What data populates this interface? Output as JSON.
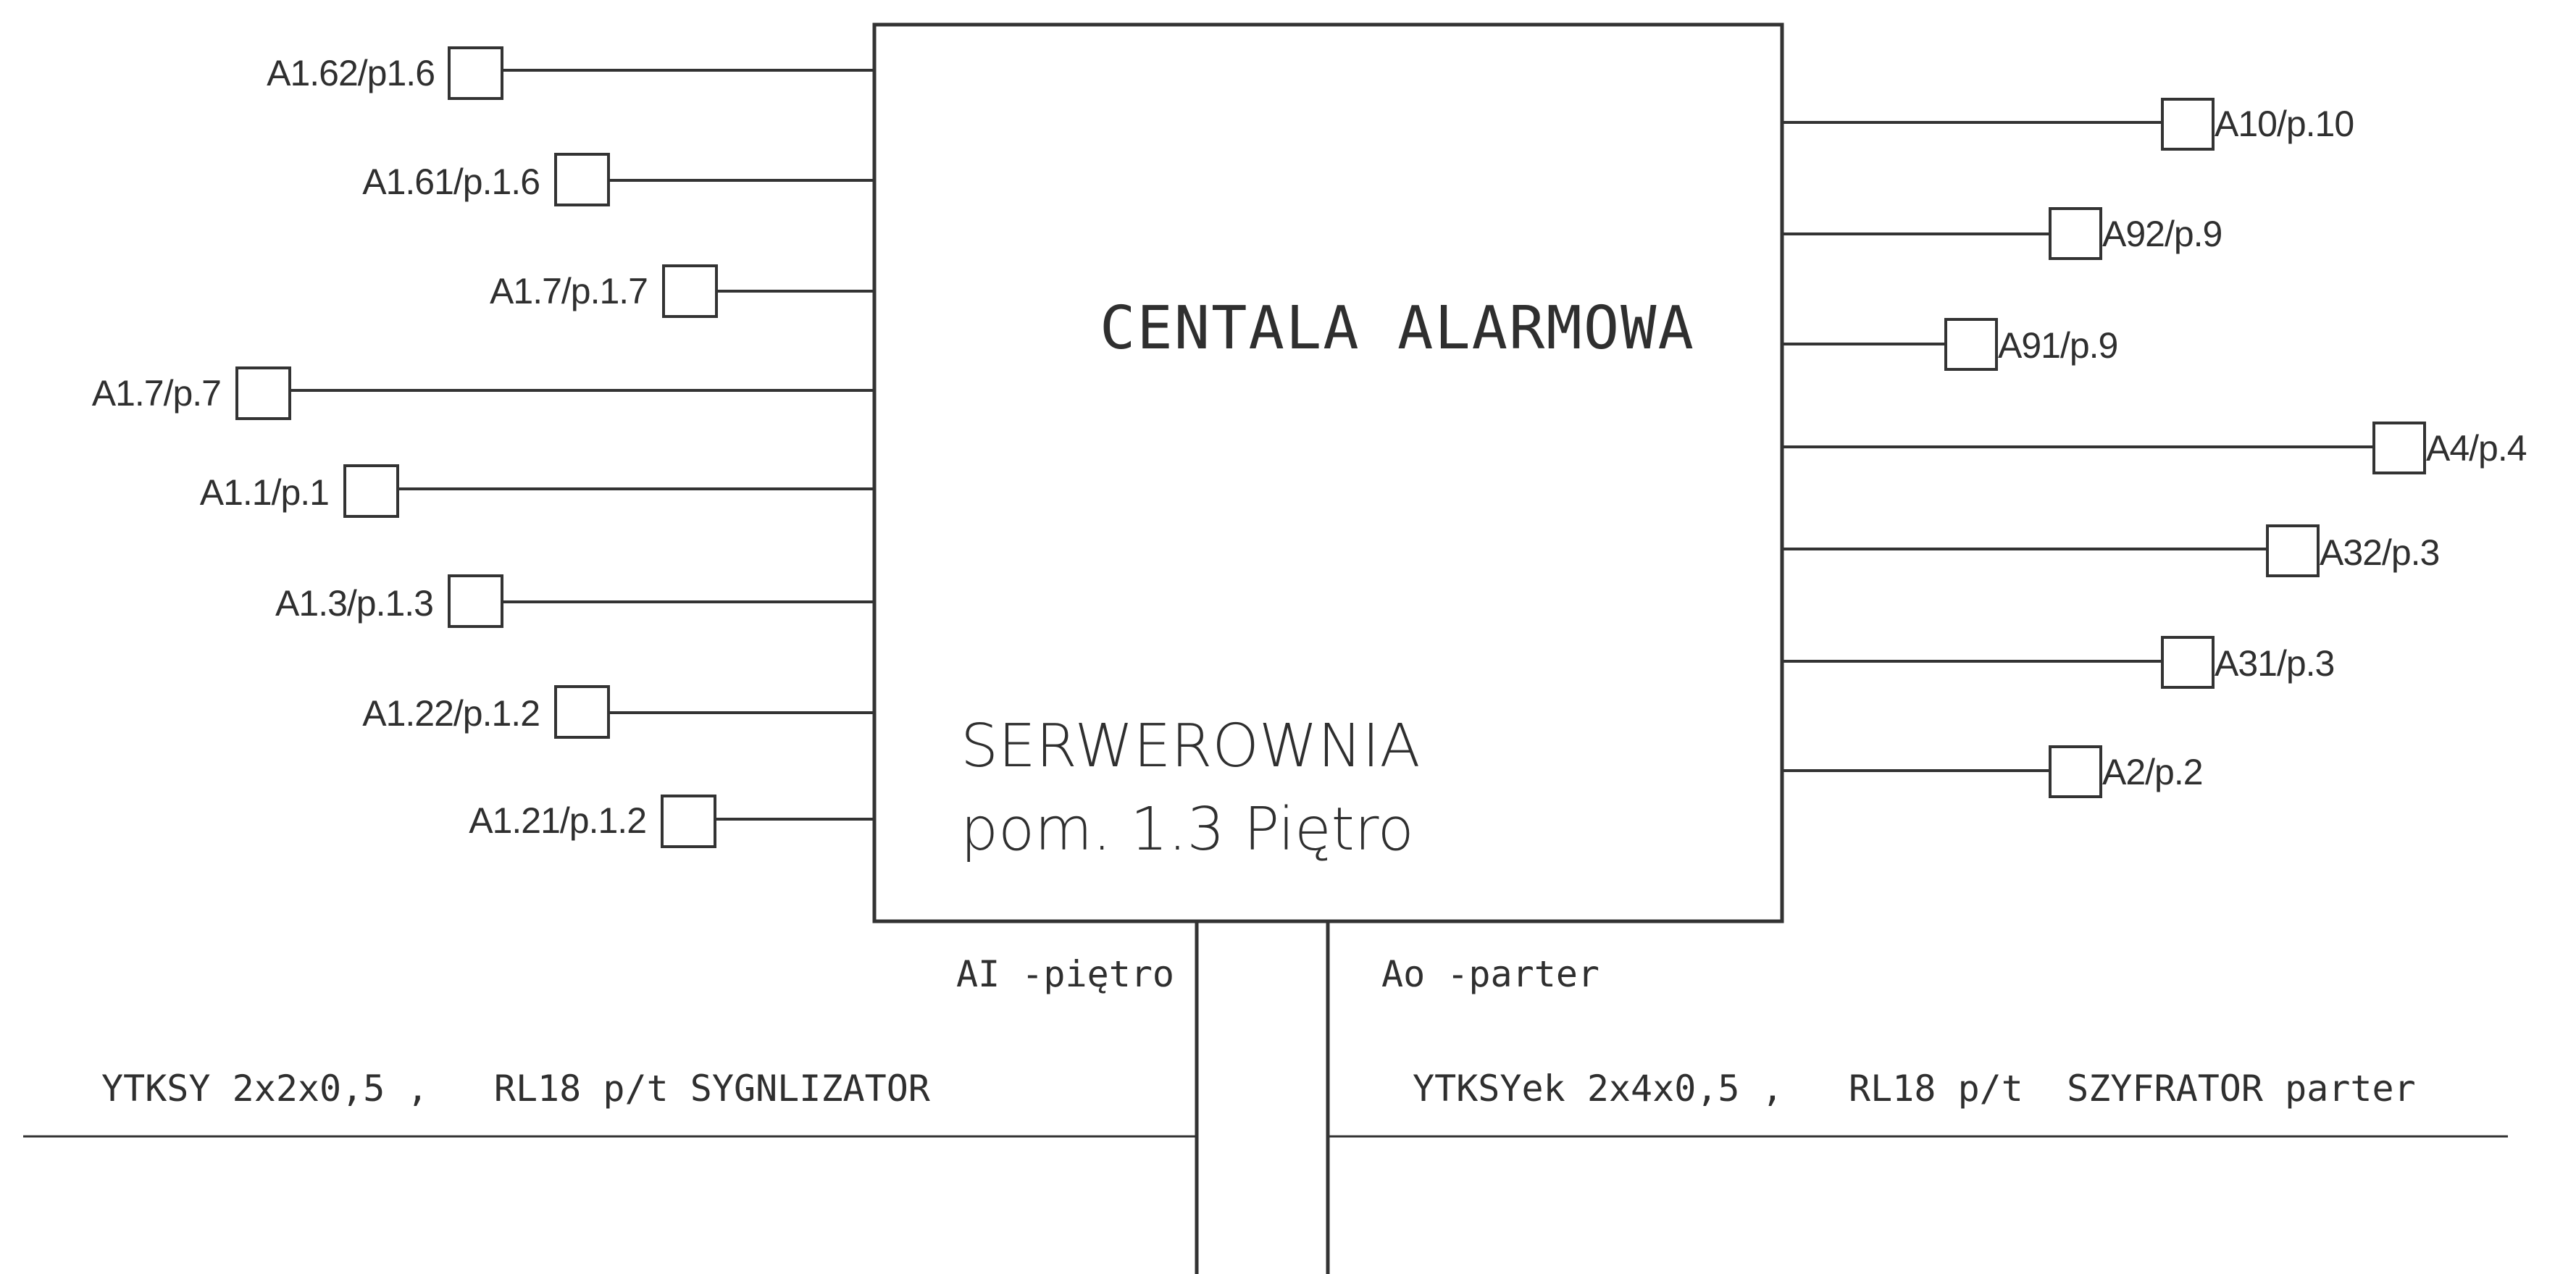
{
  "central_unit": {
    "title": "CENTALA ALARMOWA",
    "room_line1": "SERWEROWNIA",
    "room_line2": "pom. 1.3 Piętro"
  },
  "left_devices": [
    "A1.62/p1.6",
    "A1.61/p.1.6",
    "A1.7/p.1.7",
    "A1.7/p.7",
    "A1.1/p.1",
    "A1.3/p.1.3",
    "A1.22/p.1.2",
    "A1.21/p.1.2"
  ],
  "right_devices": [
    "A10/p.10",
    "A92/p.9",
    "A91/p.9",
    "A4/p.4",
    "A32/p.3",
    "A31/p.3",
    "A2/p.2"
  ],
  "risers": {
    "left": "AI -piętro",
    "right": "Ao -parter"
  },
  "cables": {
    "left": "YTKSY 2x2x0,5 ,   RL18 p/t SYGNLIZATOR",
    "right": "YTKSYek 2x4x0,5 ,   RL18 p/t  SZYFRATOR parter"
  }
}
